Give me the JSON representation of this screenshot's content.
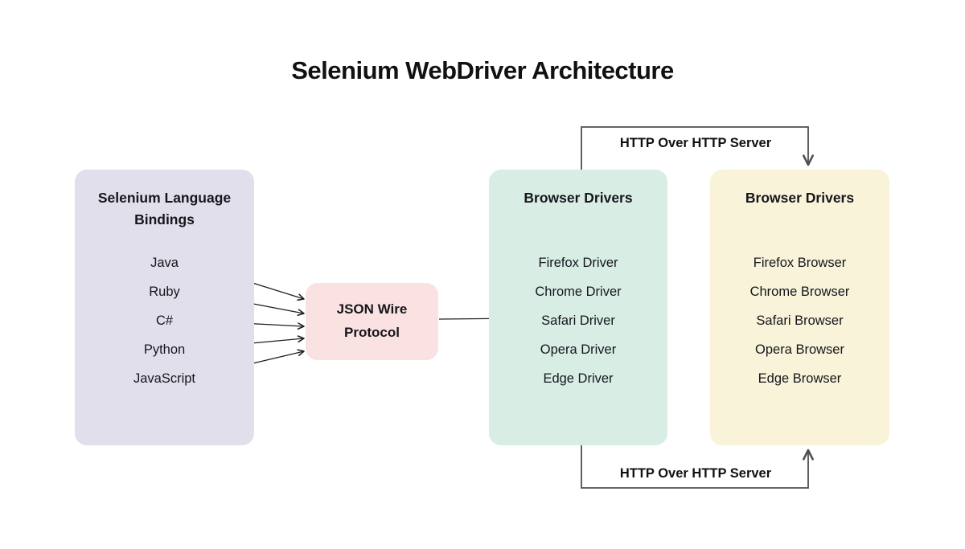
{
  "title": "Selenium WebDriver Architecture",
  "bindings_box": {
    "title": "Selenium Language Bindings",
    "items": [
      "Java",
      "Ruby",
      "C#",
      "Python",
      "JavaScript"
    ]
  },
  "protocol_box": {
    "label": "JSON Wire Protocol"
  },
  "drivers_box": {
    "title": "Browser Drivers",
    "items": [
      "Firefox Driver",
      "Chrome Driver",
      "Safari Driver",
      "Opera Driver",
      "Edge Driver"
    ]
  },
  "browsers_box": {
    "title": "Browser Drivers",
    "items": [
      "Firefox Browser",
      "Chrome Browser",
      "Safari Browser",
      "Opera Browser",
      "Edge Browser"
    ]
  },
  "connectors": {
    "top_label": "HTTP Over HTTP Server",
    "bottom_label": "HTTP Over HTTP Server"
  },
  "colors": {
    "bindings_bg": "#e2dfec",
    "protocol_bg": "#f9e2e1",
    "drivers_bg": "#d8eee5",
    "browsers_bg": "#f8f3d9",
    "line": "#202020",
    "bracket": "#4f4f4f",
    "text": "#16161d"
  }
}
